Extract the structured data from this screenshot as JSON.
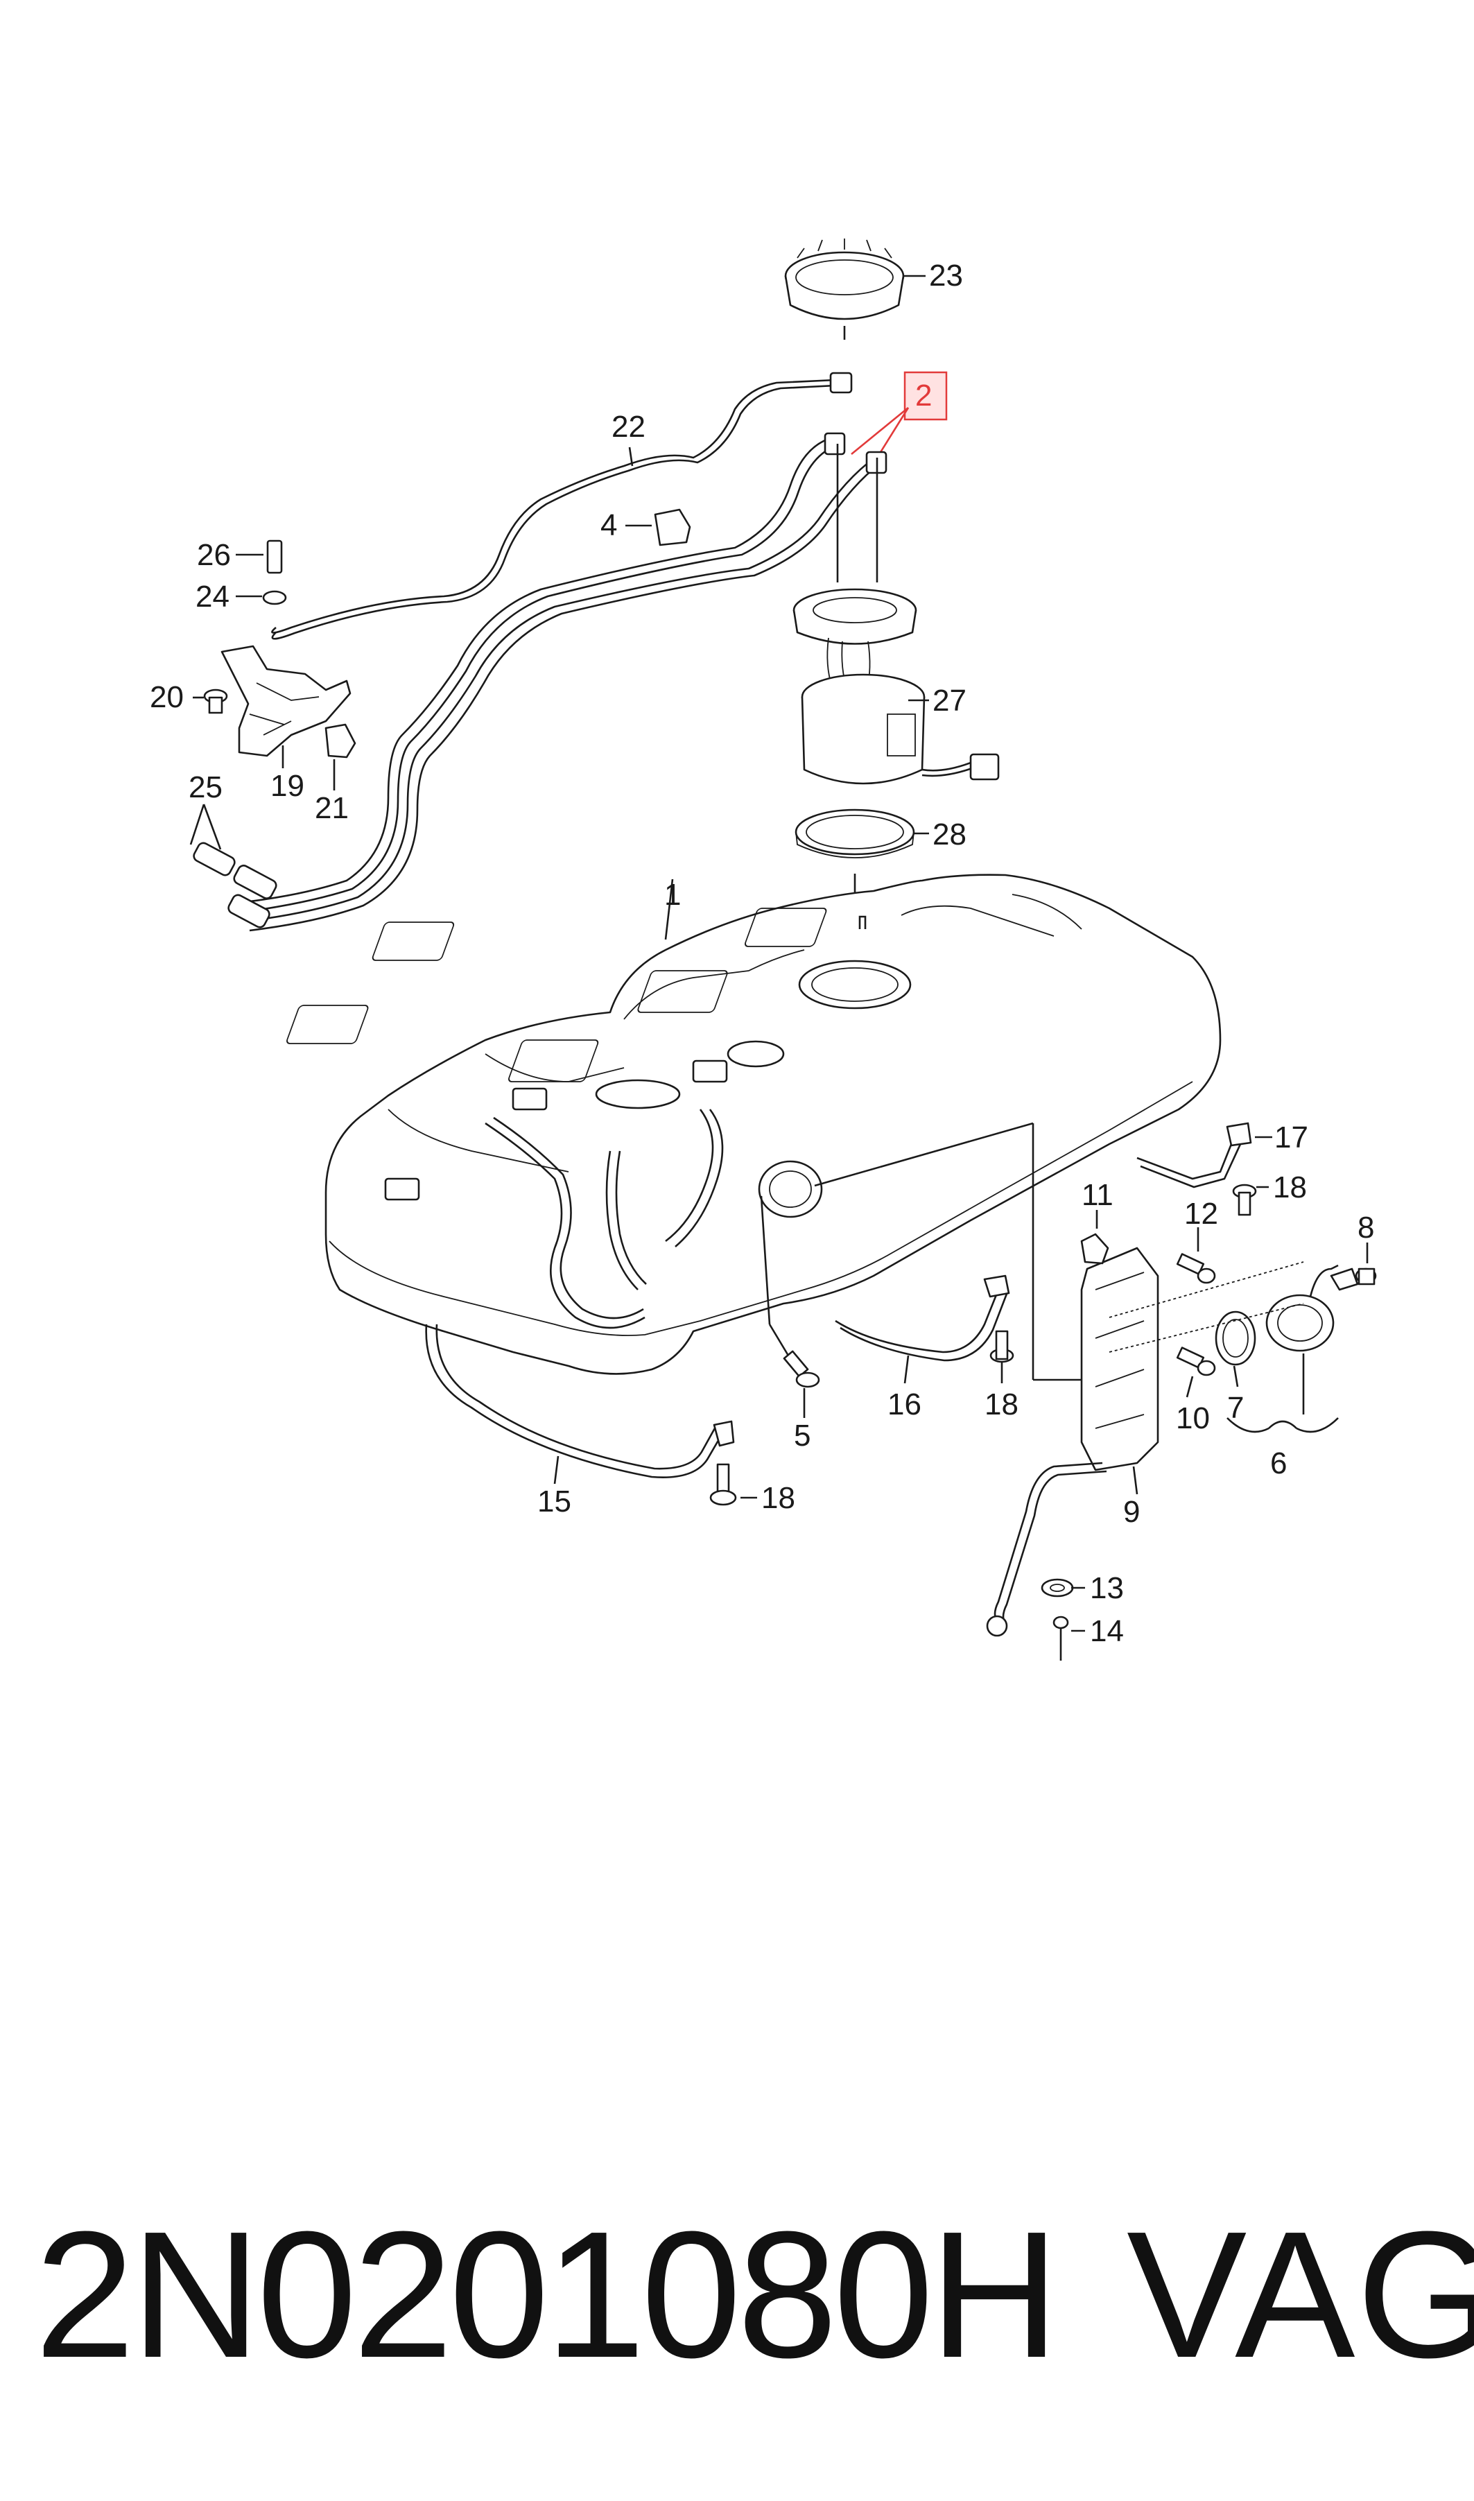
{
  "diagram": {
    "labels": {
      "p1": "1",
      "p2": "2",
      "p4": "4",
      "p5": "5",
      "p6": "6",
      "p7": "7",
      "p8": "8",
      "p9": "9",
      "p10": "10",
      "p11": "11",
      "p12": "12",
      "p13": "13",
      "p14": "14",
      "p15": "15",
      "p16": "16",
      "p17": "17",
      "p18a": "18",
      "p18b": "18",
      "p18c": "18",
      "p19": "19",
      "p20": "20",
      "p21": "21",
      "p22": "22",
      "p23": "23",
      "p24": "24",
      "p25": "25",
      "p26": "26",
      "p27": "27",
      "p28": "28"
    },
    "highlight": {
      "part": "2",
      "color": "#e23a3a",
      "fill": "#ffe2e2"
    }
  },
  "caption": {
    "part_number": "2N0201080H",
    "brand": "VAG"
  }
}
